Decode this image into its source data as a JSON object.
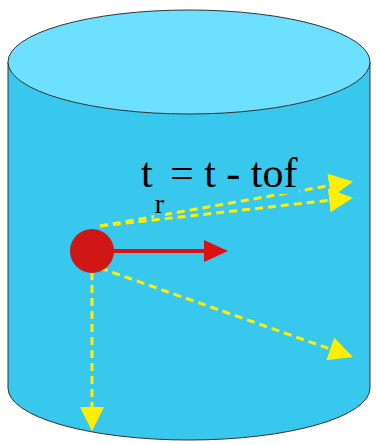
{
  "diagram": {
    "labels": [
      "t",
      "r",
      "= t - tof"
    ]
  }
}
